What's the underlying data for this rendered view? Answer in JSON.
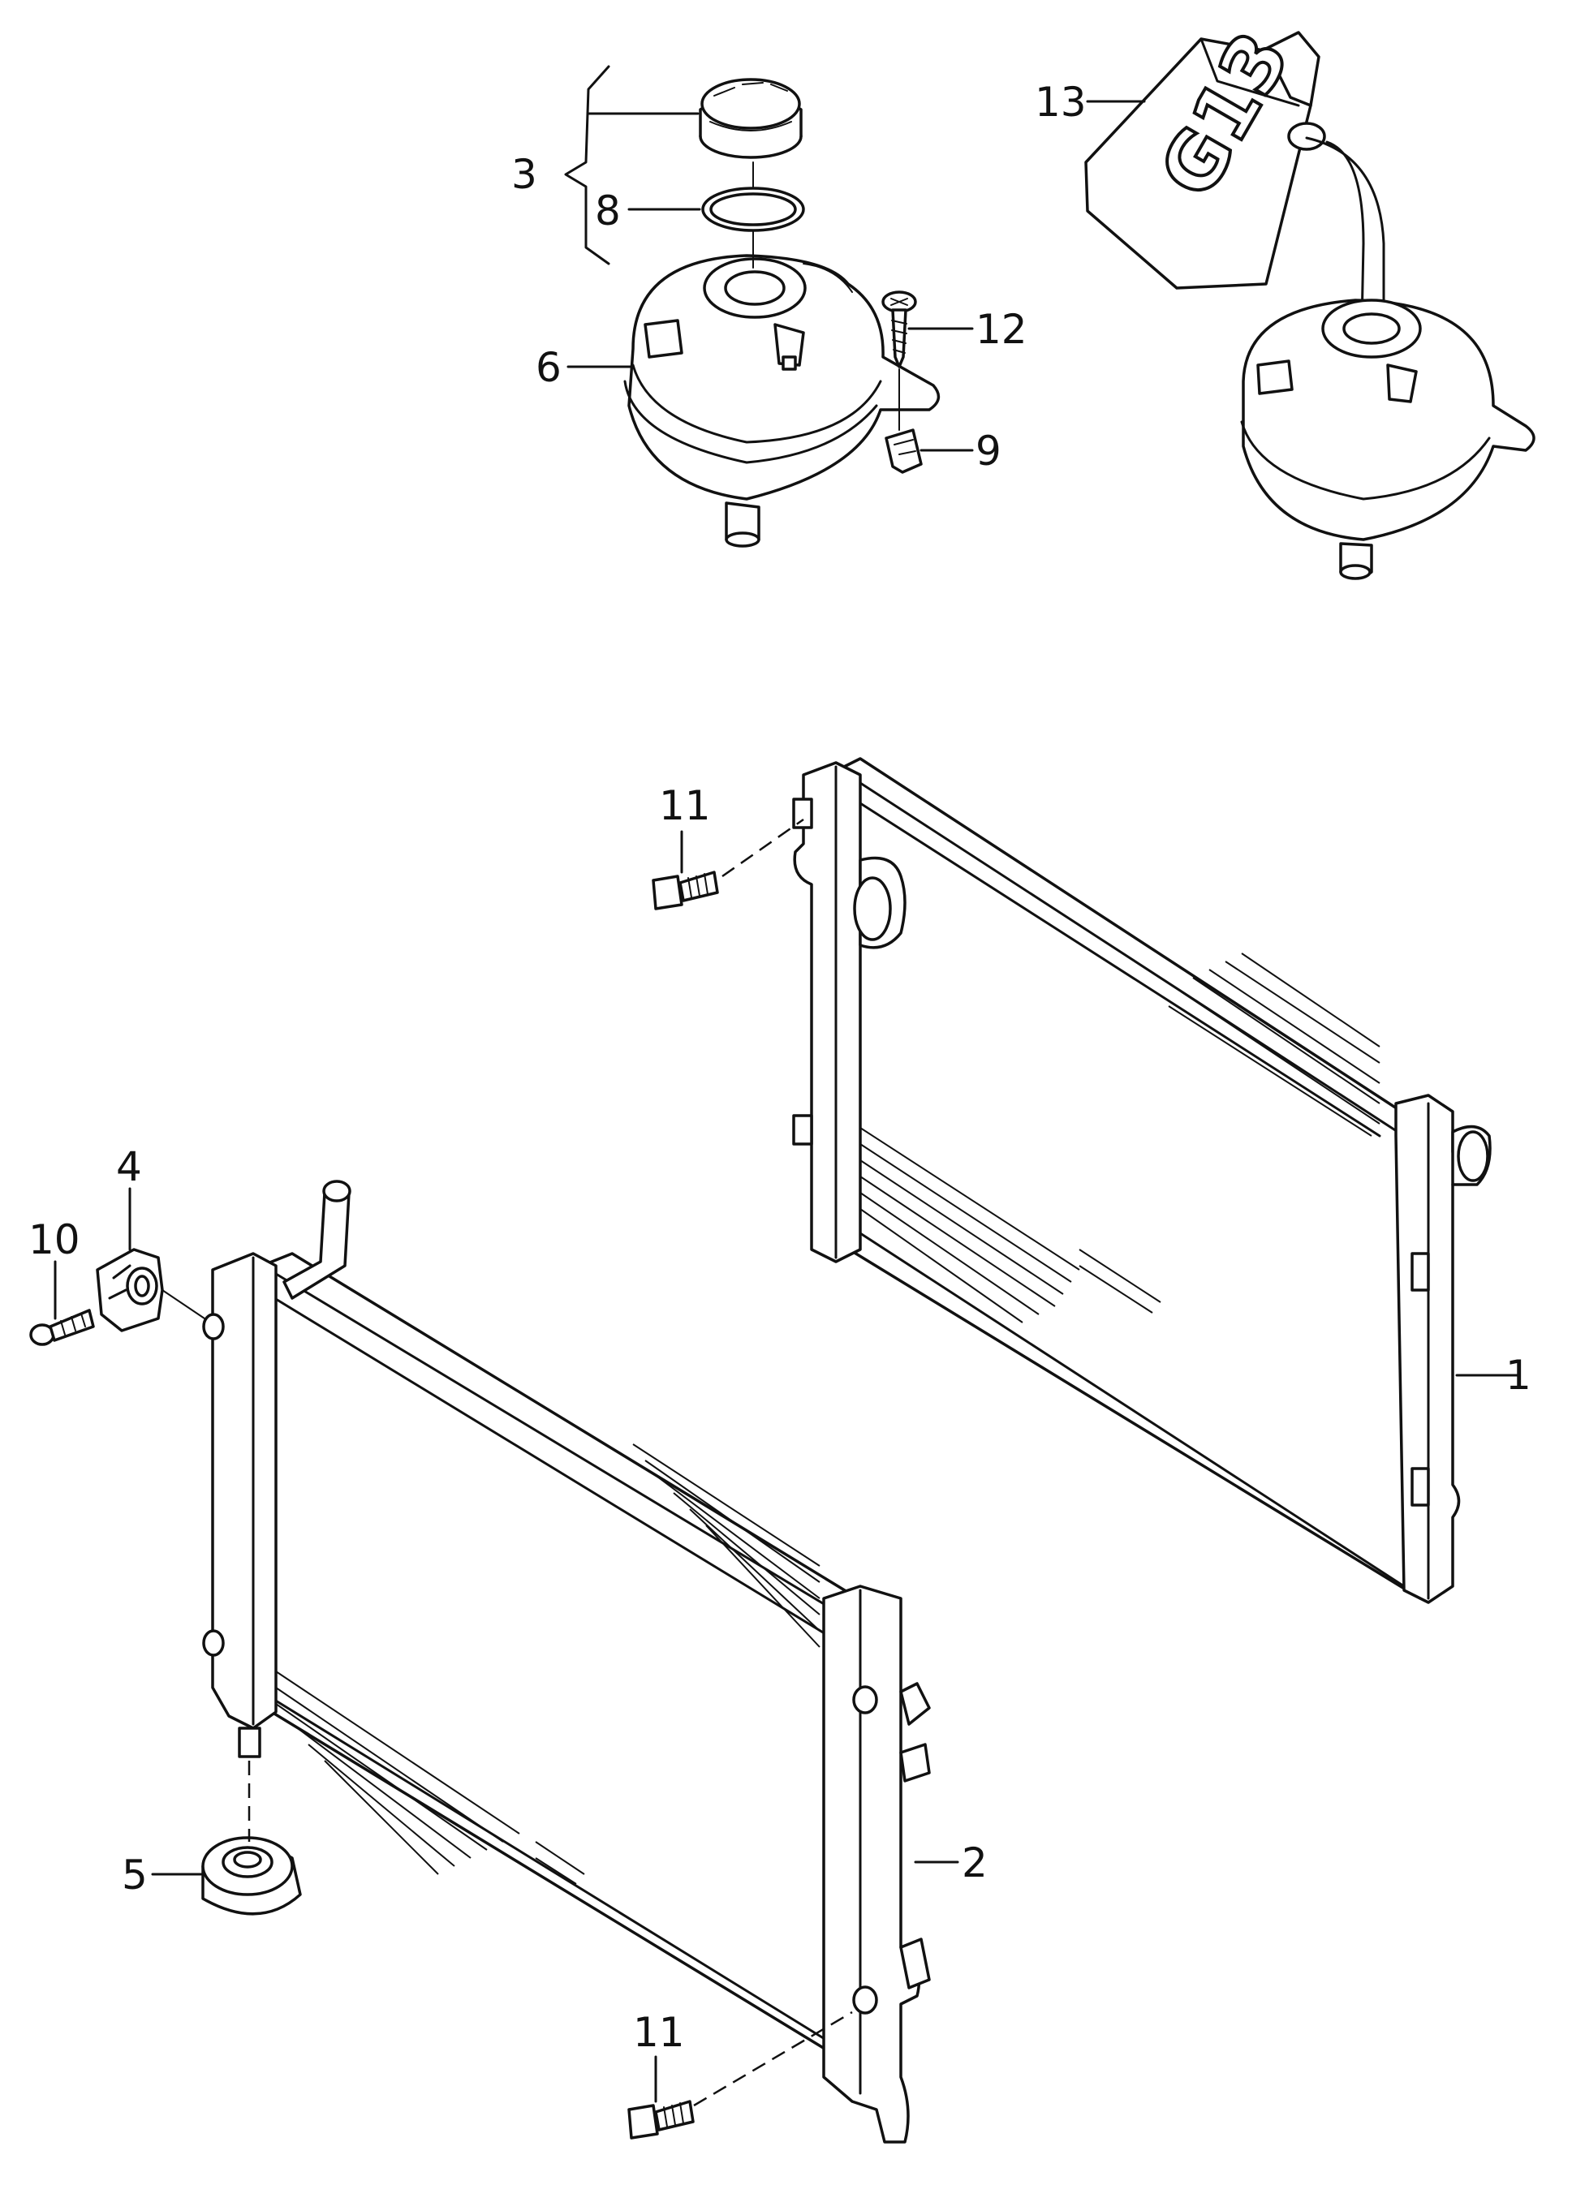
{
  "callouts": {
    "c1": "1",
    "c2": "2",
    "c3": "3",
    "c4": "4",
    "c5": "5",
    "c6": "6",
    "c8": "8",
    "c9": "9",
    "c10": "10",
    "c11a": "11",
    "c11b": "11",
    "c12": "12",
    "c13": "13"
  },
  "bottle_label": "G13"
}
